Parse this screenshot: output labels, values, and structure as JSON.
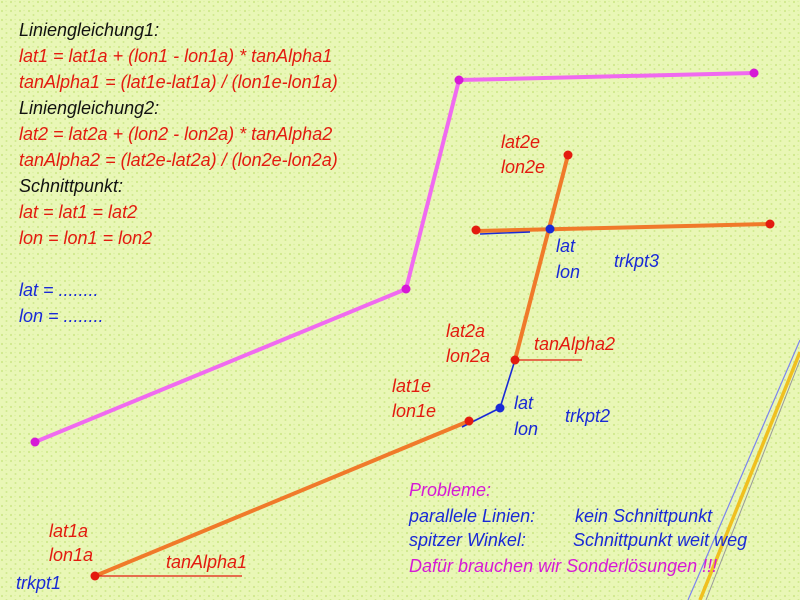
{
  "colors": {
    "background": "#e9f7b6",
    "dots": "#cfe98c",
    "dark_text": "#111111",
    "red": "#e31b0f",
    "blue": "#1a2ad6",
    "magenta": "#d61ad6",
    "orange_line": "#f07a2a",
    "pink_line": "#f06af0",
    "road_yellow": "#f0c020"
  },
  "formulas": {
    "line1_heading": "Liniengleichung1:",
    "lat1_eq": "lat1 = lat1a + (lon1 - lon1a) * tanAlpha1",
    "tanalpha1_eq": "tanAlpha1 = (lat1e-lat1a) / (lon1e-lon1a)",
    "line2_heading": "Liniengleichung2:",
    "lat2_eq": "lat2 = lat2a + (lon2 - lon2a) * tanAlpha2",
    "tanalpha2_eq": "tanAlpha2 = (lat2e-lat2a) / (lon2e-lon2a)",
    "intersection_heading": "Schnittpunkt:",
    "lat_eq": "lat = lat1 = lat2",
    "lon_eq": "lon = lon1 = lon2",
    "lat_result": "lat = ........",
    "lon_result": "lon = ........"
  },
  "labels": {
    "lat2e": "lat2e",
    "lon2e": "lon2e",
    "trkpt3_lat": "lat",
    "trkpt3_lon": "lon",
    "trkpt3": "trkpt3",
    "lat2a": "lat2a",
    "lon2a": "lon2a",
    "tanalpha2": "tanAlpha2",
    "lat1e": "lat1e",
    "lon1e": "lon1e",
    "trkpt2_lat": "lat",
    "trkpt2_lon": "lon",
    "trkpt2": "trkpt2",
    "lat1a": "lat1a",
    "lon1a": "lon1a",
    "tanalpha1": "tanAlpha1",
    "trkpt1": "trkpt1"
  },
  "notes": {
    "problems_heading": "Probleme:",
    "parallel_label": "parallele Linien:",
    "parallel_value": "kein Schnittpunkt",
    "acute_label": "spitzer Winkel:",
    "acute_value": "Schnittpunkt weit weg",
    "conclusion": "Dafür brauchen wir Sonderlösungen !!!"
  }
}
